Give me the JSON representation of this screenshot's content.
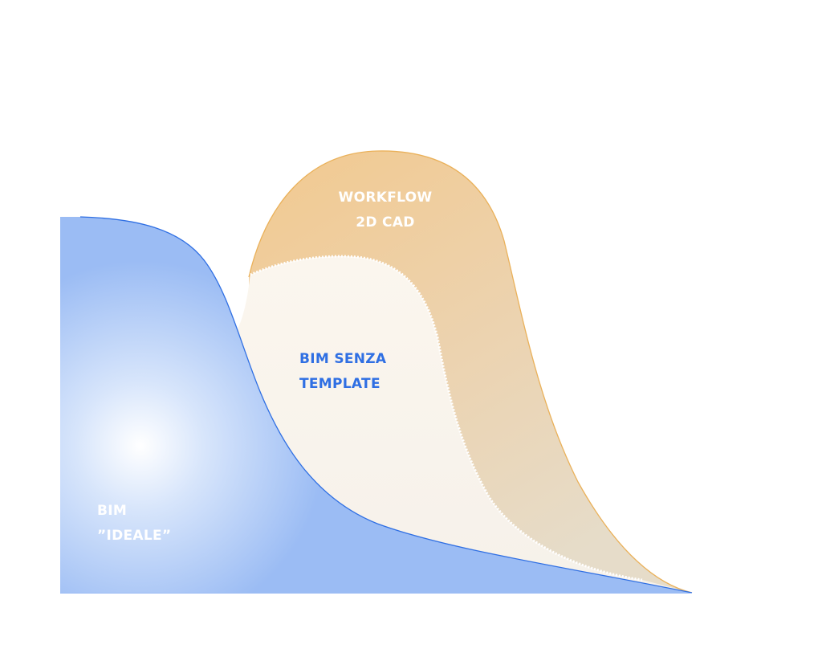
{
  "colors": {
    "background": "#ffffff",
    "cad_fill": "#f0cd9a",
    "cad_stroke": "#eab15a",
    "template_fill": "#f8f4ee",
    "ideale_fill": "#9bbcf4",
    "ideale_stroke": "#2f6fe3",
    "label_light": "#ffffff",
    "label_blue": "#2f6fe3"
  },
  "areas": {
    "cad": {
      "line1": "WORKFLOW",
      "line2": "2D CAD"
    },
    "template": {
      "line1": "BIM SENZA",
      "line2": "TEMPLATE"
    },
    "ideale": {
      "line1": "BIM",
      "line2": "”IDEALE”"
    }
  }
}
